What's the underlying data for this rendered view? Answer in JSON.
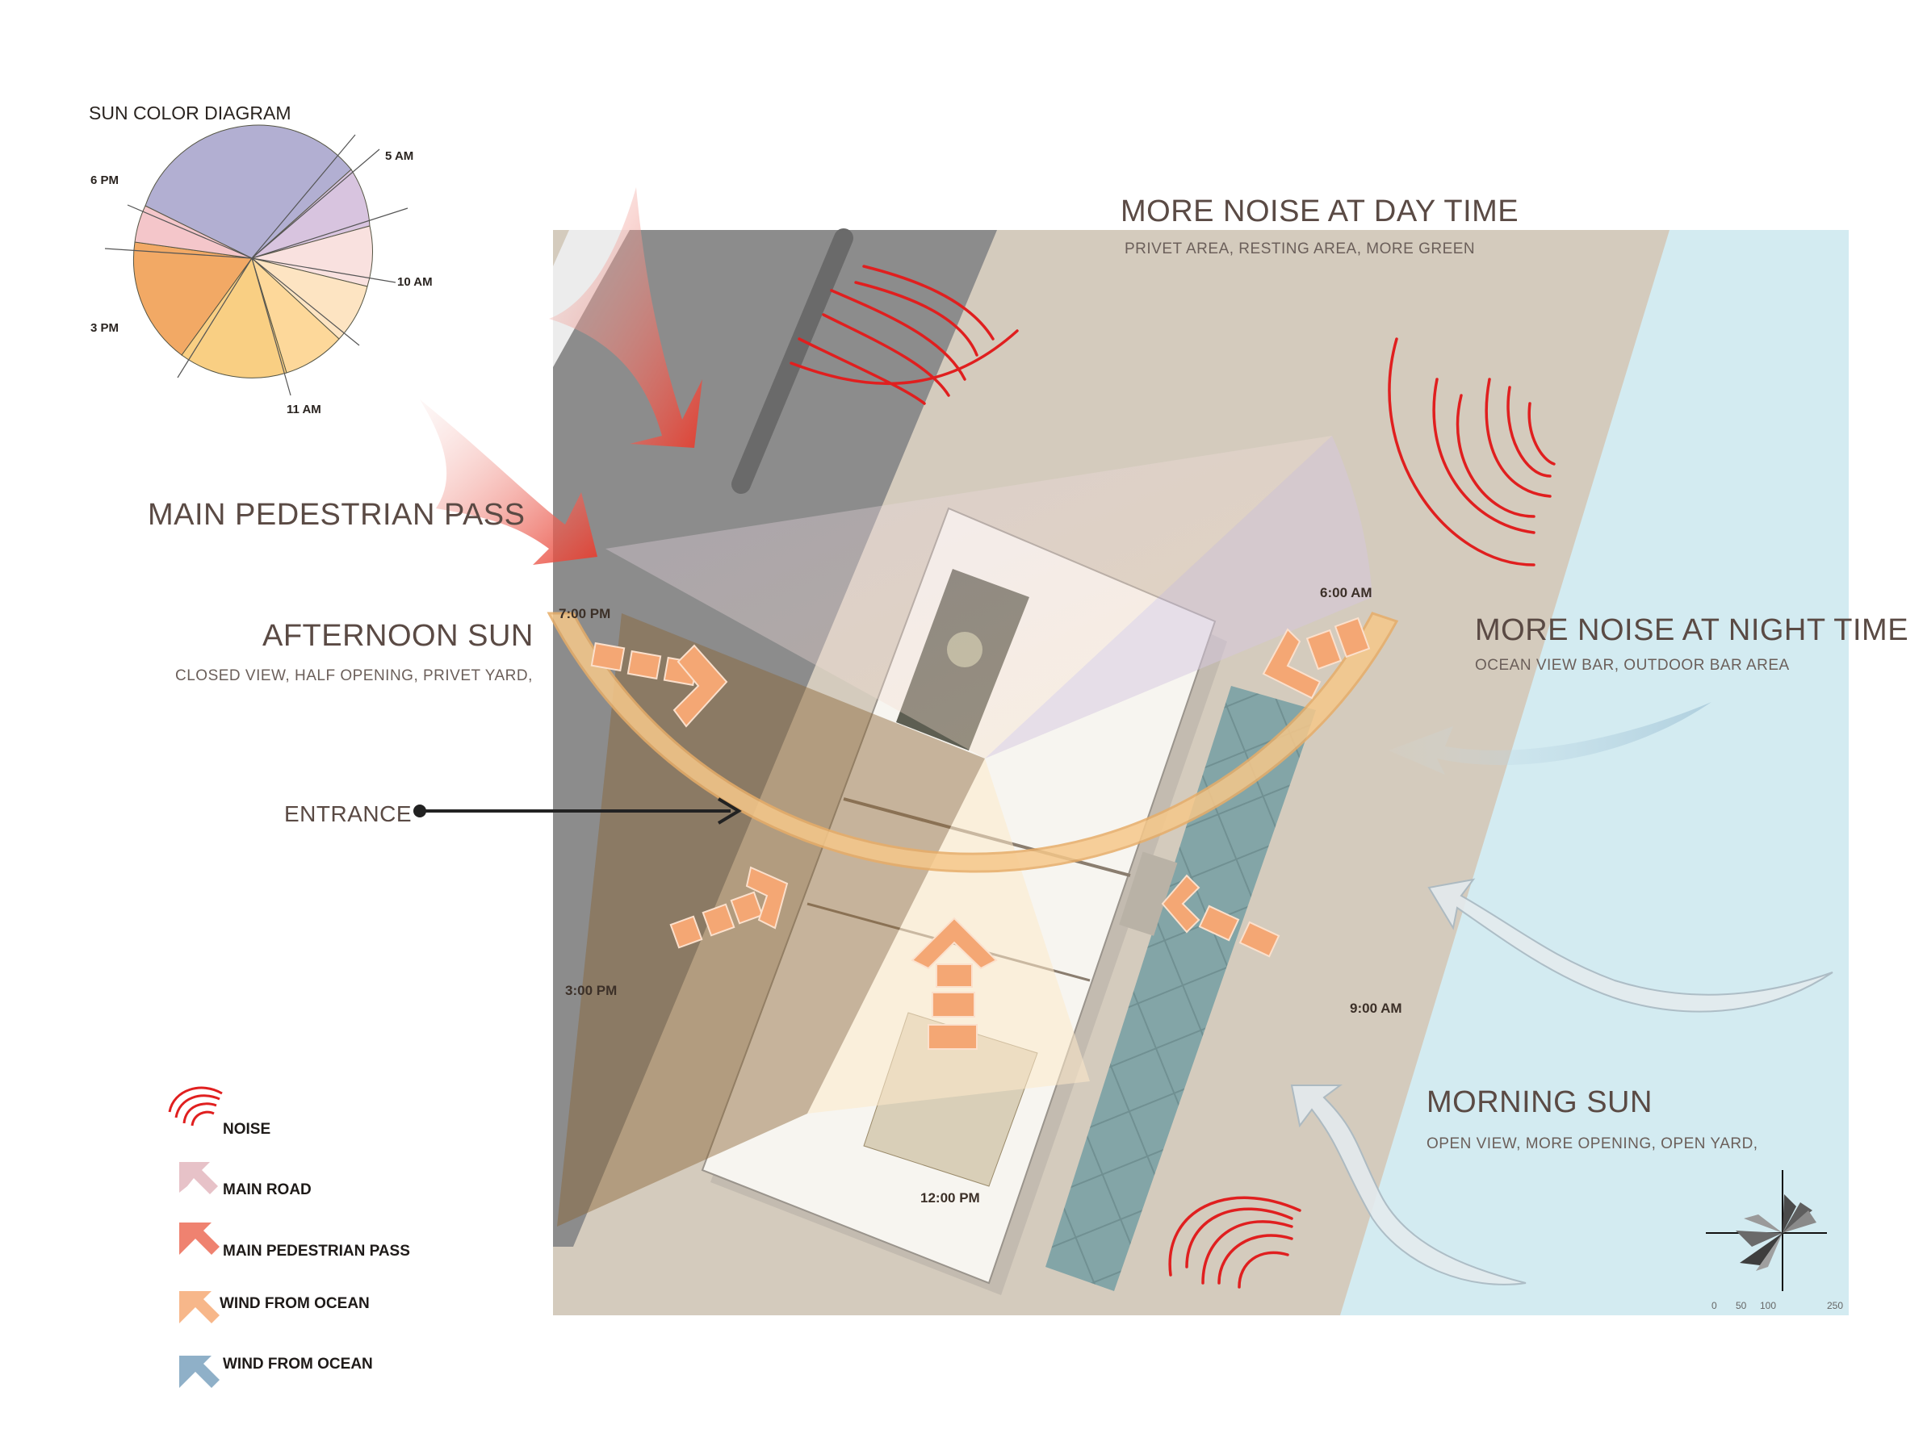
{
  "sun_diagram": {
    "title": "SUN COLOR DIAGRAM",
    "labels": [
      "5 AM",
      "10 AM",
      "11 AM",
      "3 PM",
      "6 PM"
    ]
  },
  "headings": {
    "main_pedestrian_pass": "MAIN PEDESTRIAN PASS",
    "afternoon_sun": "AFTERNOON SUN",
    "afternoon_sun_sub": "CLOSED VIEW, HALF OPENING, PRIVET YARD,",
    "entrance": "ENTRANCE",
    "more_noise_day": "MORE NOISE AT DAY TIME",
    "more_noise_day_sub": "PRIVET AREA, RESTING AREA, MORE GREEN",
    "more_noise_night": "MORE NOISE AT NIGHT  TIME",
    "more_noise_night_sub": "OCEAN VIEW BAR, OUTDOOR BAR AREA",
    "morning_sun": "MORNING SUN",
    "morning_sun_sub": "OPEN VIEW, MORE OPENING, OPEN YARD,"
  },
  "sun_times": {
    "t_7pm": "7:00 PM",
    "t_6am": "6:00 AM",
    "t_3pm": "3:00 PM",
    "t_9am": "9:00 AM",
    "t_12pm": "12:00 PM"
  },
  "legend": [
    {
      "label": "NOISE",
      "color": "#e02a2a"
    },
    {
      "label": "MAIN ROAD",
      "color": "#e7c2c8"
    },
    {
      "label": "MAIN PEDESTRIAN PASS",
      "color": "#ef8270"
    },
    {
      "label": "WIND FROM OCEAN",
      "color": "#f7b78a"
    },
    {
      "label": "WIND FROM OCEAN",
      "color": "#8fb0c8"
    }
  ],
  "scale_bar": {
    "ticks": [
      "0",
      "50",
      "100",
      "250"
    ]
  },
  "colors": {
    "ground": "#d4cbbd",
    "road": "#8c8c8c",
    "ocean": "#d3ebf1",
    "sun_arc": "#f6c88a",
    "noise": "#e01f1f",
    "pedestrian_arrow": "#e84b3a",
    "wind_arrow": "#f0a26a"
  }
}
